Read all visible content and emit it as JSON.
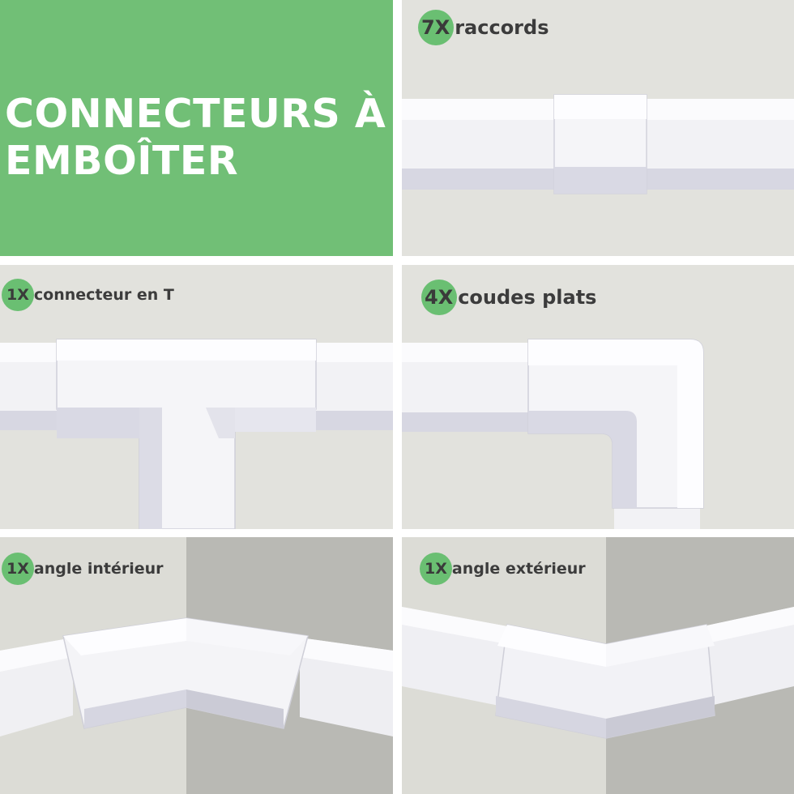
{
  "headline": {
    "line1": "CONNECTEURS À",
    "line2": "EMBOÎTER"
  },
  "panels": [
    {
      "qty": "7X",
      "name": "raccords"
    },
    {
      "qty": "1X",
      "name": "connecteur en T"
    },
    {
      "qty": "4X",
      "name": "coudes plats"
    },
    {
      "qty": "1X",
      "name": "angle intérieur"
    },
    {
      "qty": "1X",
      "name": "angle extérieur"
    }
  ],
  "colors": {
    "brand_green": "#71bf76",
    "badge_green": "#6abf72",
    "background": "#e2e2dd",
    "corner_shadow": "#b9b9b4"
  }
}
